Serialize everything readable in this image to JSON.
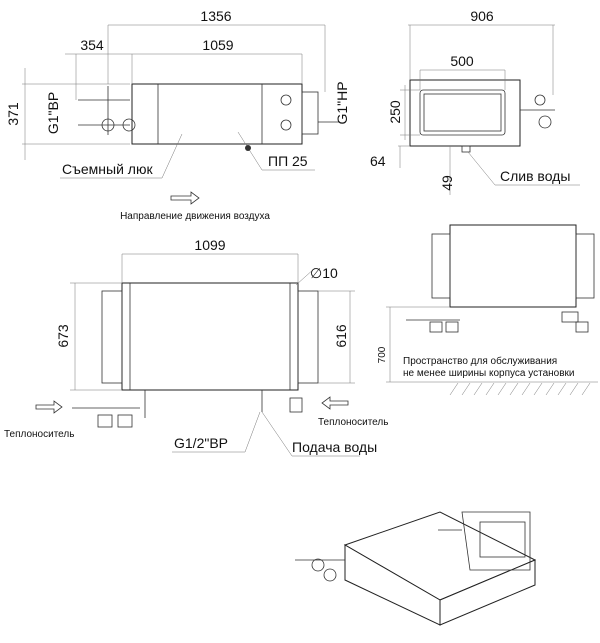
{
  "top_view": {
    "dim_total": "1356",
    "dim_left": "354",
    "dim_body": "1059",
    "dim_height": "371",
    "inlet_thread": "G1\"ВР",
    "outlet_thread": "G1\"НР",
    "hatch_label": "Съемный люк",
    "pp_label": "ПП 25",
    "airflow_label": "Направление движения воздуха"
  },
  "side_view": {
    "dim_width": "906",
    "dim_inner": "500",
    "dim_height": "250",
    "dim_64": "64",
    "dim_49": "49",
    "drain_label": "Слив воды"
  },
  "front_view": {
    "dim_length": "1099",
    "dim_hole": "∅10",
    "dim_673": "673",
    "dim_616": "616",
    "coolant_left": "Теплоноситель",
    "coolant_right": "Теплоноситель",
    "thread_half": "G1/2\"ВР",
    "water_supply": "Подача воды"
  },
  "service_view": {
    "dim_700": "700",
    "note_line1": "Пространство для обслуживания",
    "note_line2": "не менее ширины корпуса установки"
  }
}
